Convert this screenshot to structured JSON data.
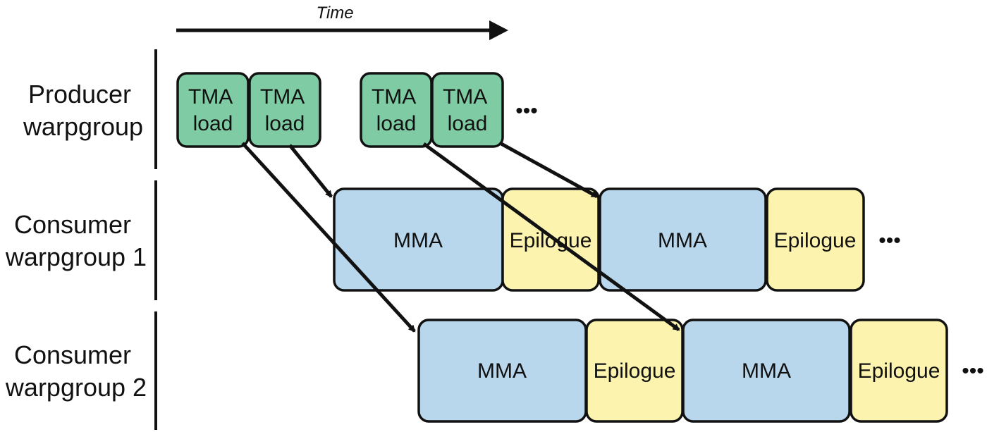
{
  "time_label": "Time",
  "rows": [
    {
      "label_lines": [
        "Producer",
        "warpgroup"
      ]
    },
    {
      "label_lines": [
        "Consumer",
        "warpgroup 1"
      ]
    },
    {
      "label_lines": [
        "Consumer",
        "warpgroup 2"
      ]
    }
  ],
  "producer_boxes": [
    {
      "lines": [
        "TMA",
        "load"
      ]
    },
    {
      "lines": [
        "TMA",
        "load"
      ]
    },
    {
      "lines": [
        "TMA",
        "load"
      ]
    },
    {
      "lines": [
        "TMA",
        "load"
      ]
    }
  ],
  "consumer1_boxes": [
    {
      "label": "MMA",
      "kind": "mma"
    },
    {
      "label": "Epilogue",
      "kind": "epilogue"
    },
    {
      "label": "MMA",
      "kind": "mma"
    },
    {
      "label": "Epilogue",
      "kind": "epilogue"
    }
  ],
  "consumer2_boxes": [
    {
      "label": "MMA",
      "kind": "mma"
    },
    {
      "label": "Epilogue",
      "kind": "epilogue"
    },
    {
      "label": "MMA",
      "kind": "mma"
    },
    {
      "label": "Epilogue",
      "kind": "epilogue"
    }
  ],
  "continuation_marker": "•••",
  "colors": {
    "tma": "#7fcba4",
    "mma": "#b8d6ec",
    "epilogue": "#fbf3ae",
    "stroke": "#111111"
  }
}
